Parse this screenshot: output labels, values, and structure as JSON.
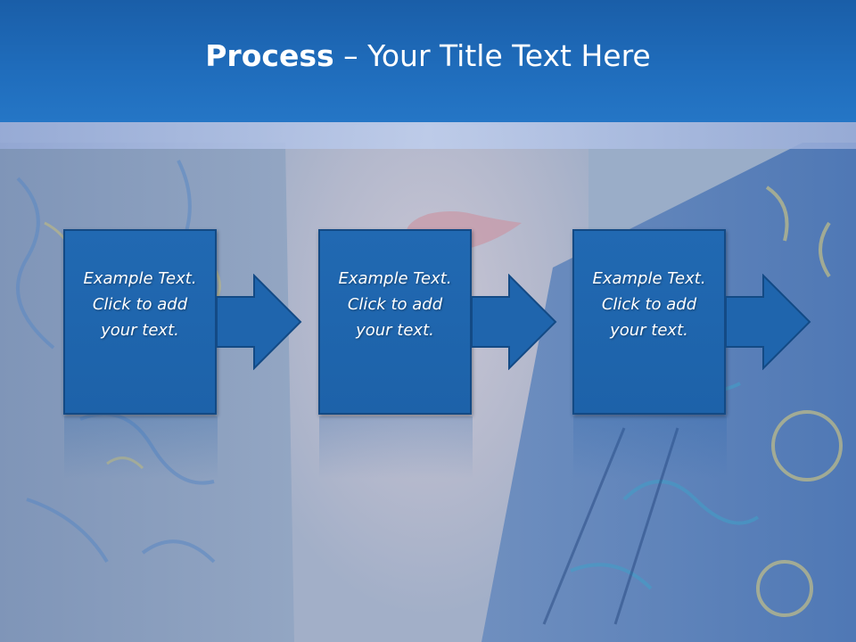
{
  "slide": {
    "title_bold": "Process",
    "title_rest": " – Your Title Text Here"
  },
  "steps": [
    {
      "text": "Example Text.\nClick  to add\nyour text."
    },
    {
      "text": "Example Text.\nClick  to add\nyour text."
    },
    {
      "text": "Example Text.\nClick  to add\nyour text."
    }
  ],
  "colors": {
    "title_bar": "#1f6cbb",
    "box_fill": "#1f65ad",
    "box_border": "#134a85",
    "text": "#ffffff"
  }
}
